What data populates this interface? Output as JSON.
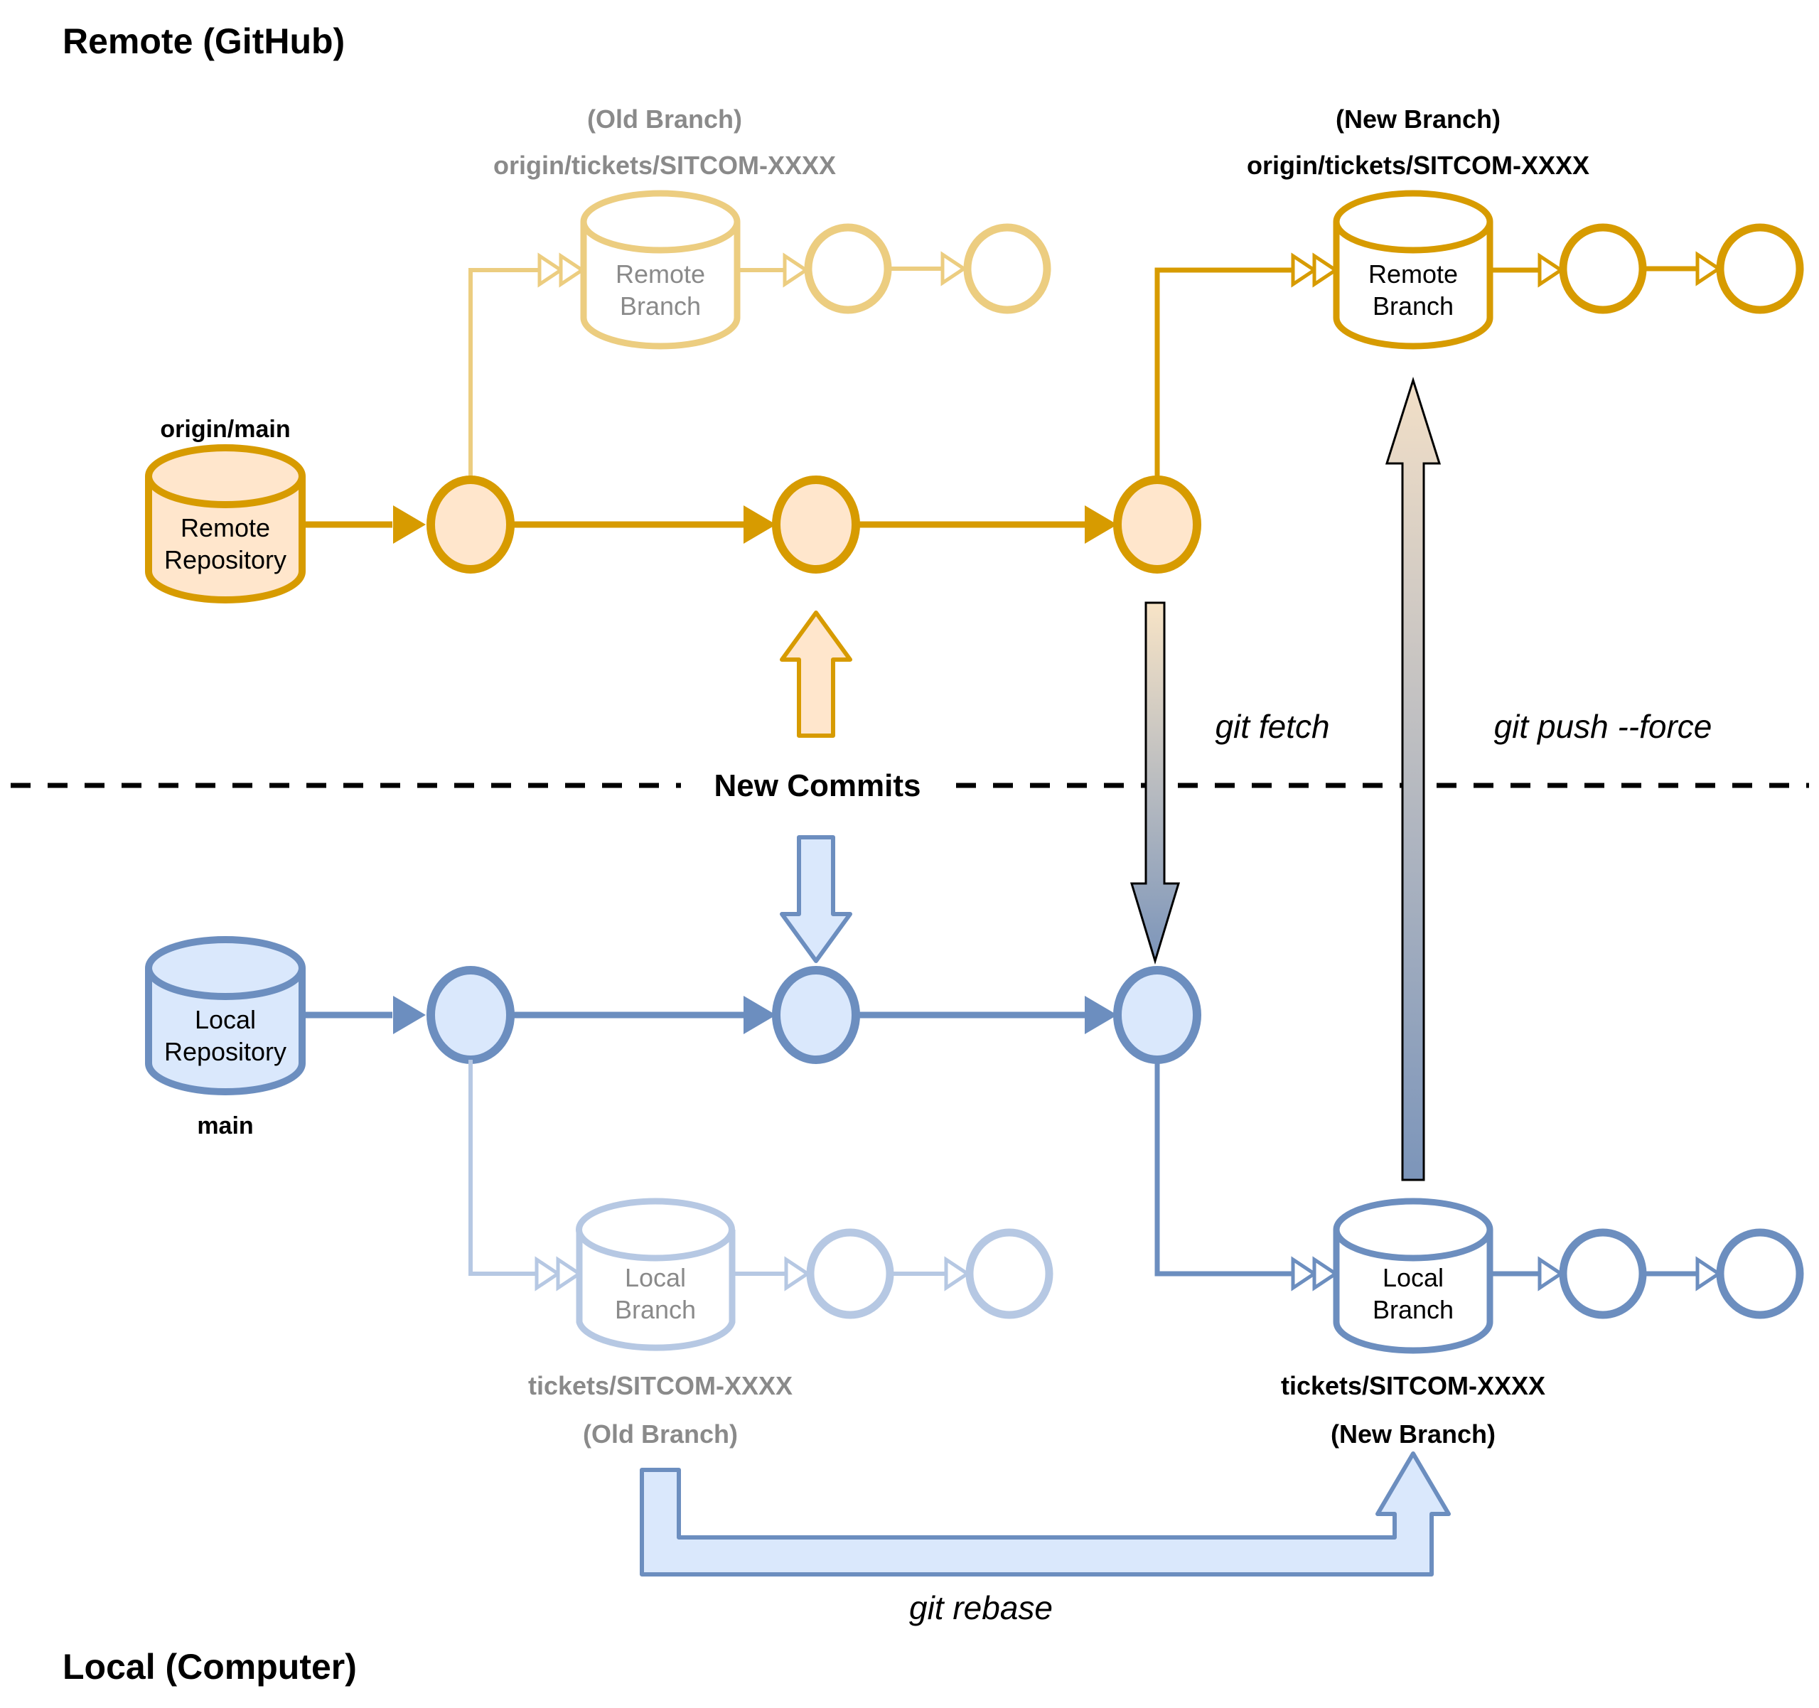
{
  "titles": {
    "remote": "Remote (GitHub)",
    "local": "Local (Computer)"
  },
  "separator": {
    "label": "New Commits"
  },
  "commands": {
    "fetch": "git fetch",
    "push": "git push --force",
    "rebase": "git rebase"
  },
  "remote": {
    "repo": {
      "ref": "origin/main",
      "line1": "Remote",
      "line2": "Repository"
    },
    "old_branch": {
      "tag": "(Old Branch)",
      "name": "origin/tickets/SITCOM-XXXX",
      "line1": "Remote",
      "line2": "Branch"
    },
    "new_branch": {
      "tag": "(New Branch)",
      "name": "origin/tickets/SITCOM-XXXX",
      "line1": "Remote",
      "line2": "Branch"
    }
  },
  "local": {
    "repo": {
      "ref": "main",
      "line1": "Local",
      "line2": "Repository"
    },
    "old_branch": {
      "name": "tickets/SITCOM-XXXX",
      "tag": "(Old Branch)",
      "line1": "Local",
      "line2": "Branch"
    },
    "new_branch": {
      "name": "tickets/SITCOM-XXXX",
      "tag": "(New Branch)",
      "line1": "Local",
      "line2": "Branch"
    }
  },
  "colors": {
    "orange_stroke": "#D79B00",
    "orange_fill": "#FFE6CC",
    "orange_faded": "#ECCD80",
    "blue_stroke": "#6C8EBF",
    "blue_fill": "#DAE8FC",
    "blue_faded": "#B6C8E3",
    "gray_text": "#8a8a8a",
    "gradient_top": "#F8E4C6",
    "gradient_bottom": "#7C95BA"
  }
}
